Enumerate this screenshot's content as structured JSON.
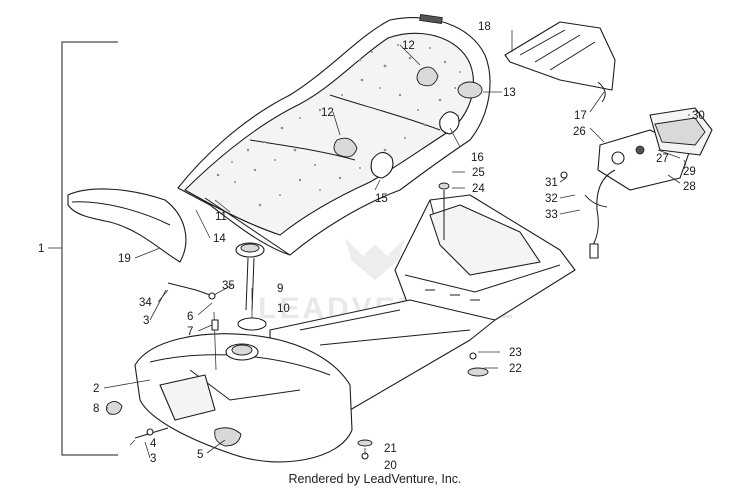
{
  "watermark": "LEADVENTURE",
  "footer": "Rendered by LeadVenture, Inc.",
  "callouts": [
    "1",
    "2",
    "3",
    "3",
    "4",
    "5",
    "6",
    "7",
    "8",
    "9",
    "10",
    "11",
    "12",
    "12",
    "13",
    "14",
    "15",
    "16",
    "17",
    "18",
    "19",
    "20",
    "21",
    "22",
    "23",
    "24",
    "25",
    "26",
    "27",
    "28",
    "29",
    "30",
    "31",
    "32",
    "33",
    "34",
    "35"
  ]
}
